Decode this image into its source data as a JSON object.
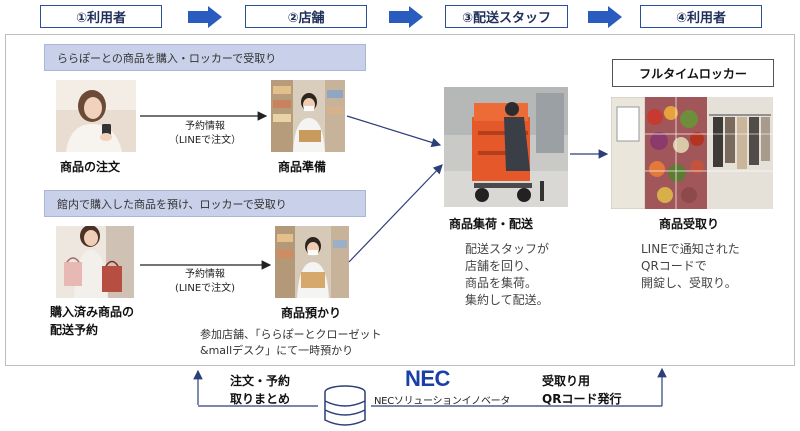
{
  "stages": [
    {
      "label": "①利用者"
    },
    {
      "label": "②店舗"
    },
    {
      "label": "③配送スタッフ"
    },
    {
      "label": "④利用者"
    }
  ],
  "flow_a": {
    "banner": "ららぽーとの商品を購入・ロッカーで受取り",
    "order_label": "商品の注文",
    "reservation_line1": "予約情報",
    "reservation_line2": "（LINEで注文）",
    "prep_label": "商品準備"
  },
  "flow_b": {
    "banner": "館内で購入した商品を預け、ロッカーで受取り",
    "purchased_line1": "購入済み商品の",
    "purchased_line2": "配送予約",
    "reservation_line1": "予約情報",
    "reservation_line2": "(LINEで注文)",
    "deposit_label": "商品預かり",
    "note_line1": "参加店舗、「ららぽーとクローゼット",
    "note_line2": "&mallデスク」にて一時預かり"
  },
  "delivery": {
    "label": "商品集荷・配送",
    "desc": [
      "配送スタッフが",
      "店舗を回り、",
      "商品を集荷。",
      "集約して配送。"
    ]
  },
  "locker": {
    "title": "フルタイムロッカー",
    "label": "商品受取り",
    "desc": [
      "LINEで通知された",
      "QRコードで",
      "開錠し、受取り。"
    ]
  },
  "bottom": {
    "left_line1": "注文・予約",
    "left_line2": "取りまとめ",
    "logo": "NEC",
    "company": "NECソリューションイノベータ",
    "right_line1": "受取り用",
    "right_line2": "QRコード発行"
  },
  "colors": {
    "stage_border": "#2c4f9a",
    "arrow_blue": "#2a5cc0",
    "banner_bg": "#c9d1ea",
    "nec_blue": "#1a3fa6"
  }
}
